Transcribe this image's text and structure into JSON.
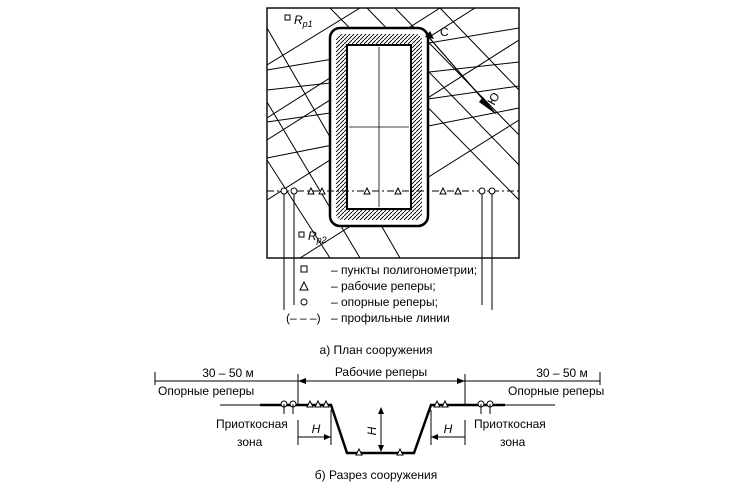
{
  "plan": {
    "benchmark_top_label": "R",
    "benchmark_top_sub": "p1",
    "benchmark_bottom_label": "R",
    "benchmark_bottom_sub": "p2",
    "north_label": "С",
    "south_label": "Ю",
    "legend": [
      {
        "symbol": "square",
        "text": "– пункты полигонометрии;"
      },
      {
        "symbol": "triangle",
        "text": "– рабочие реперы;"
      },
      {
        "symbol": "circle",
        "text": "– опорные реперы;"
      },
      {
        "symbol": "dash",
        "symbol_text": "(– – –)",
        "text": "– профильные линии"
      }
    ],
    "caption": "а) План сооружения"
  },
  "section": {
    "left_distance": "30 – 50 м",
    "right_distance": "30 – 50 м",
    "left_support": "Опорные реперы",
    "right_support": "Опорные реперы",
    "working": "Рабочие реперы",
    "left_zone_line1": "Приоткосная",
    "left_zone_line2": "зона",
    "right_zone_line1": "Приоткосная",
    "right_zone_line2": "зона",
    "h_left": "H",
    "h_center": "H",
    "h_right": "H",
    "caption": "б) Разрез сооружения"
  }
}
